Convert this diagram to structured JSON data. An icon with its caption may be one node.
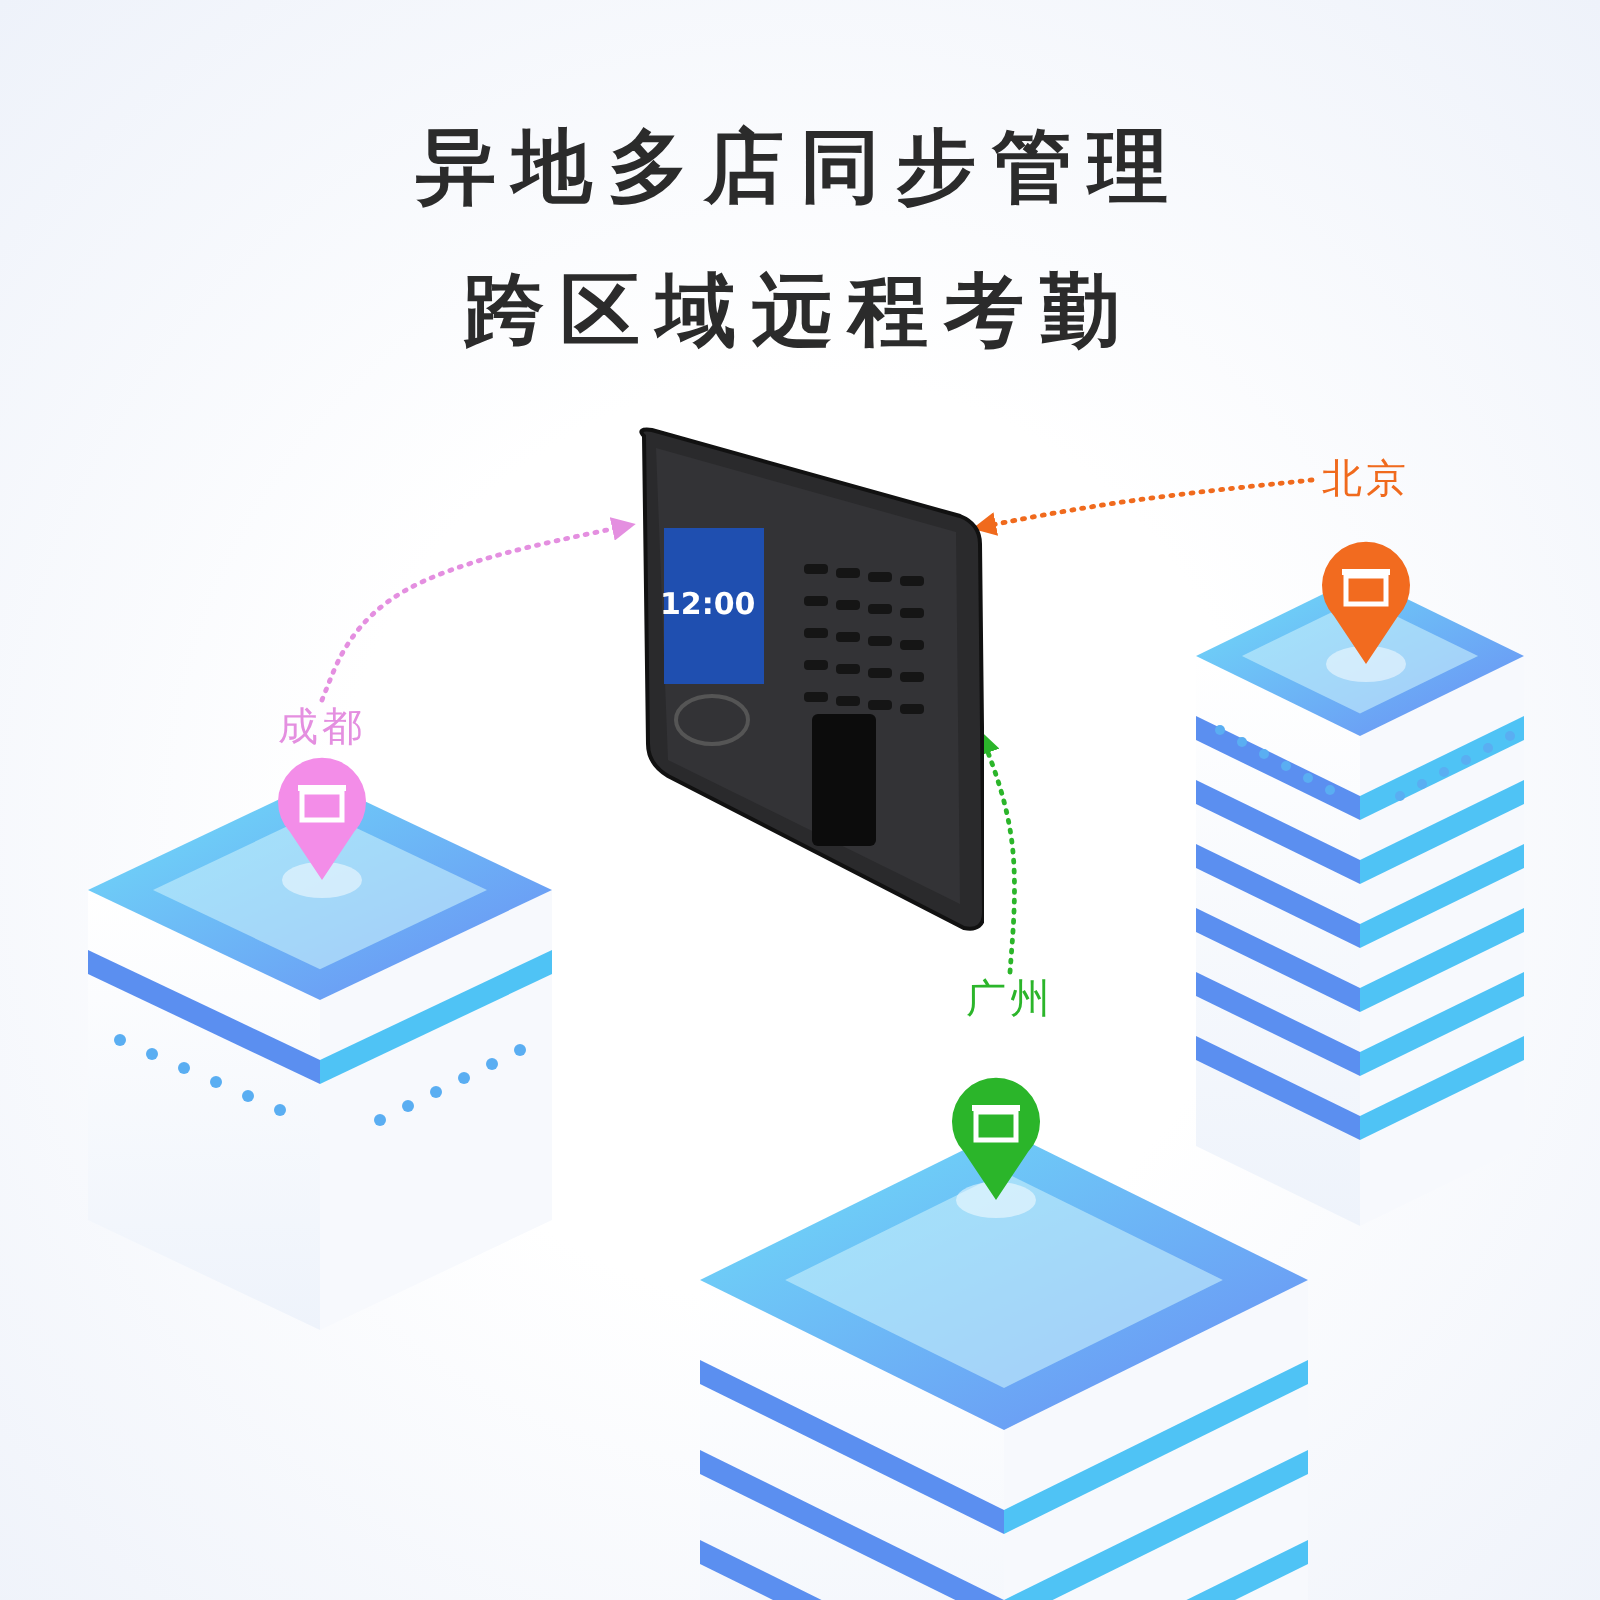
{
  "diagram": {
    "title": "异地多店同步管理",
    "nodes": [
      {
        "text": [],
        "shape": "picture"
      },
      {
        "text": [
          "成都"
        ]
      },
      {
        "text": [
          "北京"
        ]
      },
      {
        "text": [
          "广州"
        ]
      }
    ],
    "edges": [
      {
        "from": 1,
        "to": 0,
        "arrow": "to",
        "style": "dashed",
        "color": "#e48fe0"
      },
      {
        "from": 2,
        "to": 0,
        "arrow": "to",
        "style": "dashed",
        "color": "#f06a1d"
      },
      {
        "from": 3,
        "to": 0,
        "arrow": "to",
        "style": "dashed",
        "color": "#2bb52a"
      }
    ],
    "labels": [
      "跨区域远程考勤",
      "12:00"
    ]
  }
}
